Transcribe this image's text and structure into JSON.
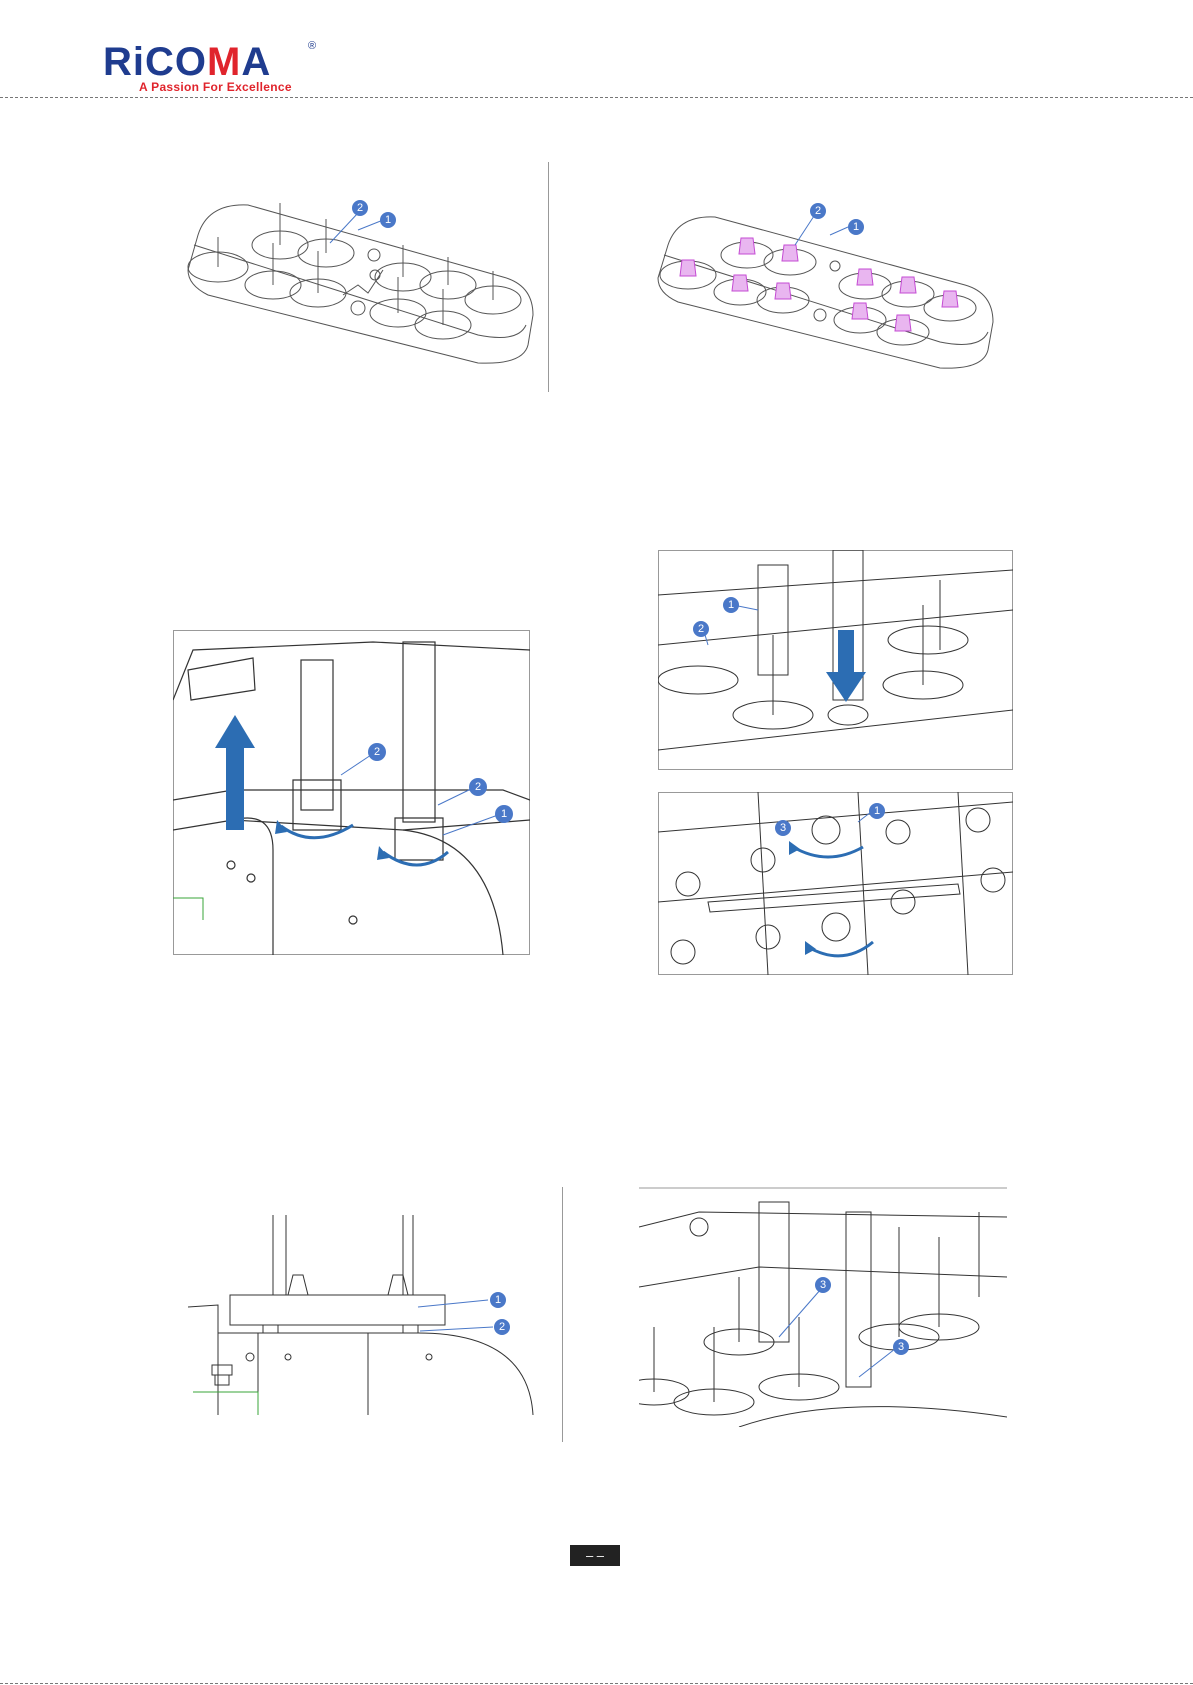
{
  "header": {
    "logo_main_blue1": "Ri",
    "logo_main_blue2": "CO",
    "logo_main_red": "M",
    "logo_main_blue3": "A",
    "logo_registered": "®",
    "tagline": "A Passion For Excellence"
  },
  "callouts": {
    "one": "1",
    "two": "2",
    "three": "3"
  },
  "footer": {
    "page_label": "– –"
  },
  "colors": {
    "brand_blue": "#1f3c8f",
    "brand_red": "#e0242c",
    "callout_blue": "#4a78c8",
    "arrow_blue": "#2c6db3",
    "cone_pink": "#d36ee0"
  }
}
